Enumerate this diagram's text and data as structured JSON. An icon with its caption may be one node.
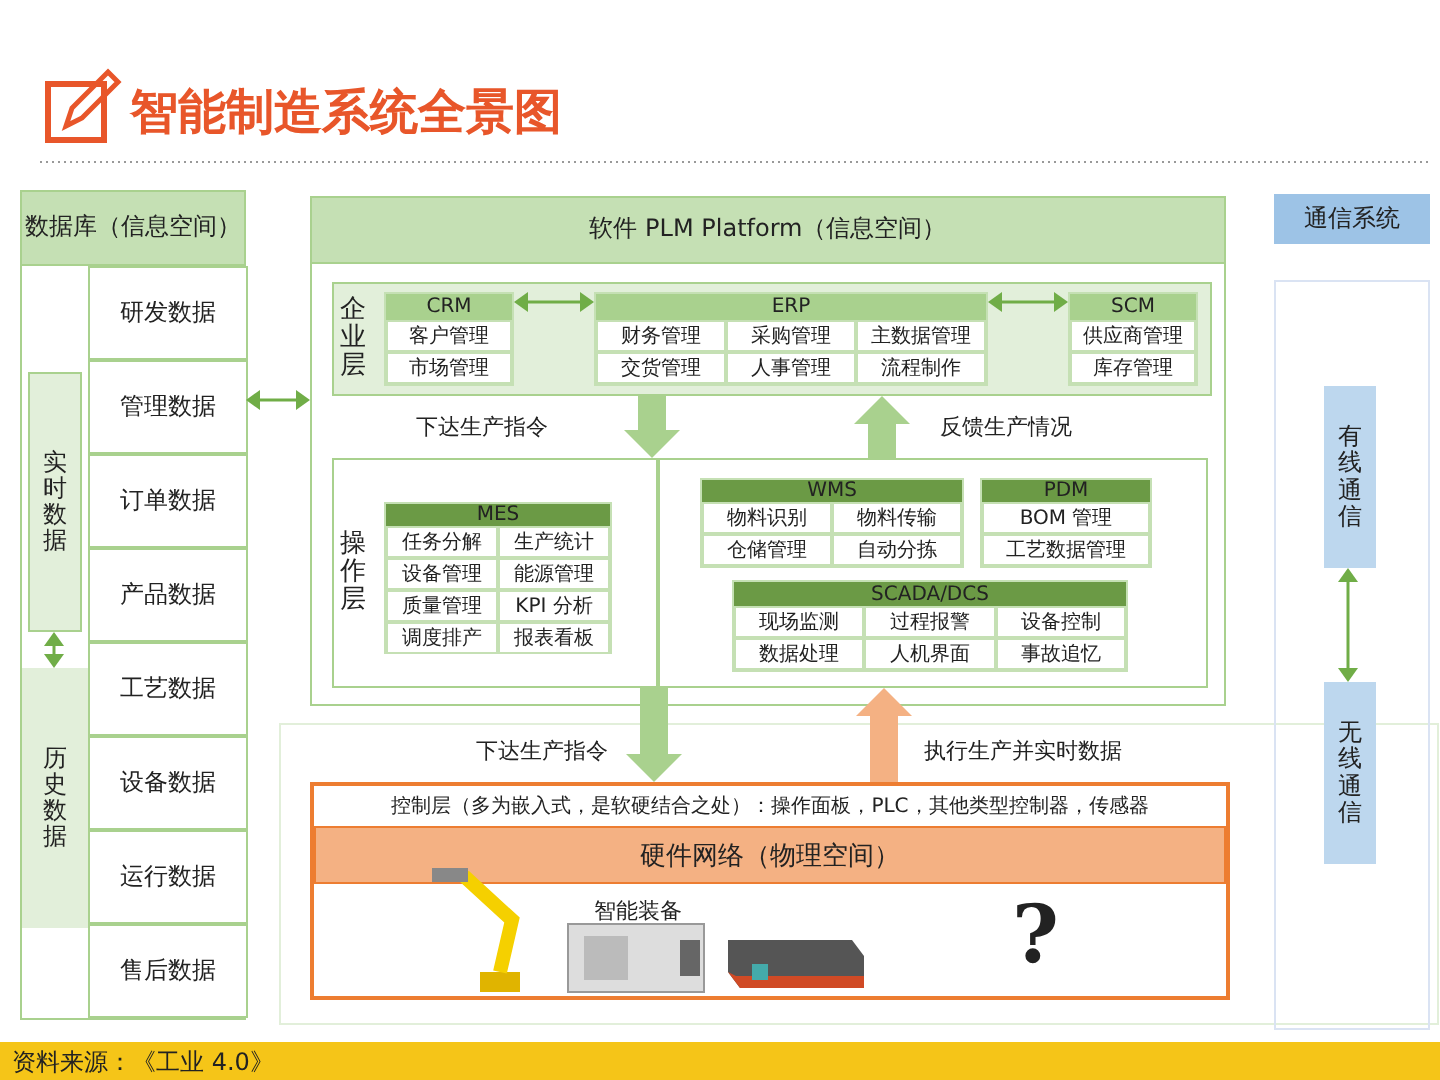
{
  "diagram": {
    "title": "智能制造系统全景图",
    "caption": "资料来源：《工业 4.0》",
    "nodes": [
      {
        "text": [
          "数据库（信息空间）"
        ]
      },
      {
        "text": [
          "实时数据"
        ],
        "in": 0
      },
      {
        "text": [
          "历史数据"
        ],
        "in": 0
      },
      {
        "text": [
          "研发数据"
        ],
        "in": 0
      },
      {
        "text": [
          "管理数据"
        ],
        "in": 0
      },
      {
        "text": [
          "订单数据"
        ],
        "in": 0
      },
      {
        "text": [
          "产品数据"
        ],
        "in": 0
      },
      {
        "text": [
          "工艺数据"
        ],
        "in": 0
      },
      {
        "text": [
          "设备数据"
        ],
        "in": 0
      },
      {
        "text": [
          "运行数据"
        ],
        "in": 0
      },
      {
        "text": [
          "售后数据"
        ],
        "in": 0
      },
      {
        "text": [
          "软件 PLM Platform（信息空间）"
        ]
      },
      {
        "text": [
          "企业层"
        ],
        "in": 11
      },
      {
        "text": [
          "CRM",
          "客户管理",
          "市场管理"
        ],
        "in": 12
      },
      {
        "text": [
          "ERP",
          "财务管理",
          "采购管理",
          "主数据管理",
          "交货管理",
          "人事管理",
          "流程制作"
        ],
        "in": 12
      },
      {
        "text": [
          "SCM",
          "供应商管理",
          "库存管理"
        ],
        "in": 12
      },
      {
        "text": [
          "操作层"
        ],
        "in": 11
      },
      {
        "text": [
          "MES",
          "任务分解",
          "生产统计",
          "设备管理",
          "能源管理",
          "质量管理",
          "KPI 分析",
          "调度排产",
          "报表看板"
        ],
        "in": 16
      },
      {
        "text": [],
        "shape": "box",
        "in": 11
      },
      {
        "text": [
          "WMS",
          "物料识别",
          "物料传输",
          "仓储管理",
          "自动分拣"
        ],
        "in": 18
      },
      {
        "text": [
          "PDM",
          "BOM 管理",
          "工艺数据管理"
        ],
        "in": 18
      },
      {
        "text": [
          "SCADA/DCS",
          "现场监测",
          "过程报警",
          "设备控制",
          "数据处理",
          "人机界面",
          "事故追忆"
        ],
        "in": 18
      },
      {
        "text": [
          "控制层（多为嵌入式，是软硬结合之处）：操作面板，PLC，其他类型控制器，传感器",
          "智能装备"
        ]
      },
      {
        "text": [
          "硬件网络（物理空间）"
        ],
        "in": 22
      },
      {
        "text": [
          "通信系统"
        ]
      },
      {
        "text": [],
        "shape": "box"
      },
      {
        "text": [
          "有线通信"
        ],
        "in": 25
      },
      {
        "text": [
          "无线通信"
        ],
        "in": 25
      }
    ],
    "edges": [
      {
        "from": 0,
        "to": 11,
        "arrow": "both"
      },
      {
        "from": 1,
        "to": 2,
        "arrow": "both"
      },
      {
        "from": 13,
        "to": 14,
        "arrow": "both"
      },
      {
        "from": 14,
        "to": 15,
        "arrow": "both"
      },
      {
        "from": 12,
        "to": 16,
        "arrow": "to",
        "label": "下达生产指令",
        "style": "thick"
      },
      {
        "from": 18,
        "to": 12,
        "arrow": "to",
        "label": "反馈生产情况",
        "style": "thick"
      },
      {
        "from": 16,
        "to": 22,
        "arrow": "to",
        "label": "下达生产指令",
        "style": "thick"
      },
      {
        "from": 22,
        "to": 18,
        "arrow": "to",
        "label": "执行生产并实时数据",
        "style": "thick",
        "color": "#f4b183"
      },
      {
        "from": 26,
        "to": 27,
        "arrow": "both"
      }
    ],
    "labels": [
      "?"
    ]
  }
}
